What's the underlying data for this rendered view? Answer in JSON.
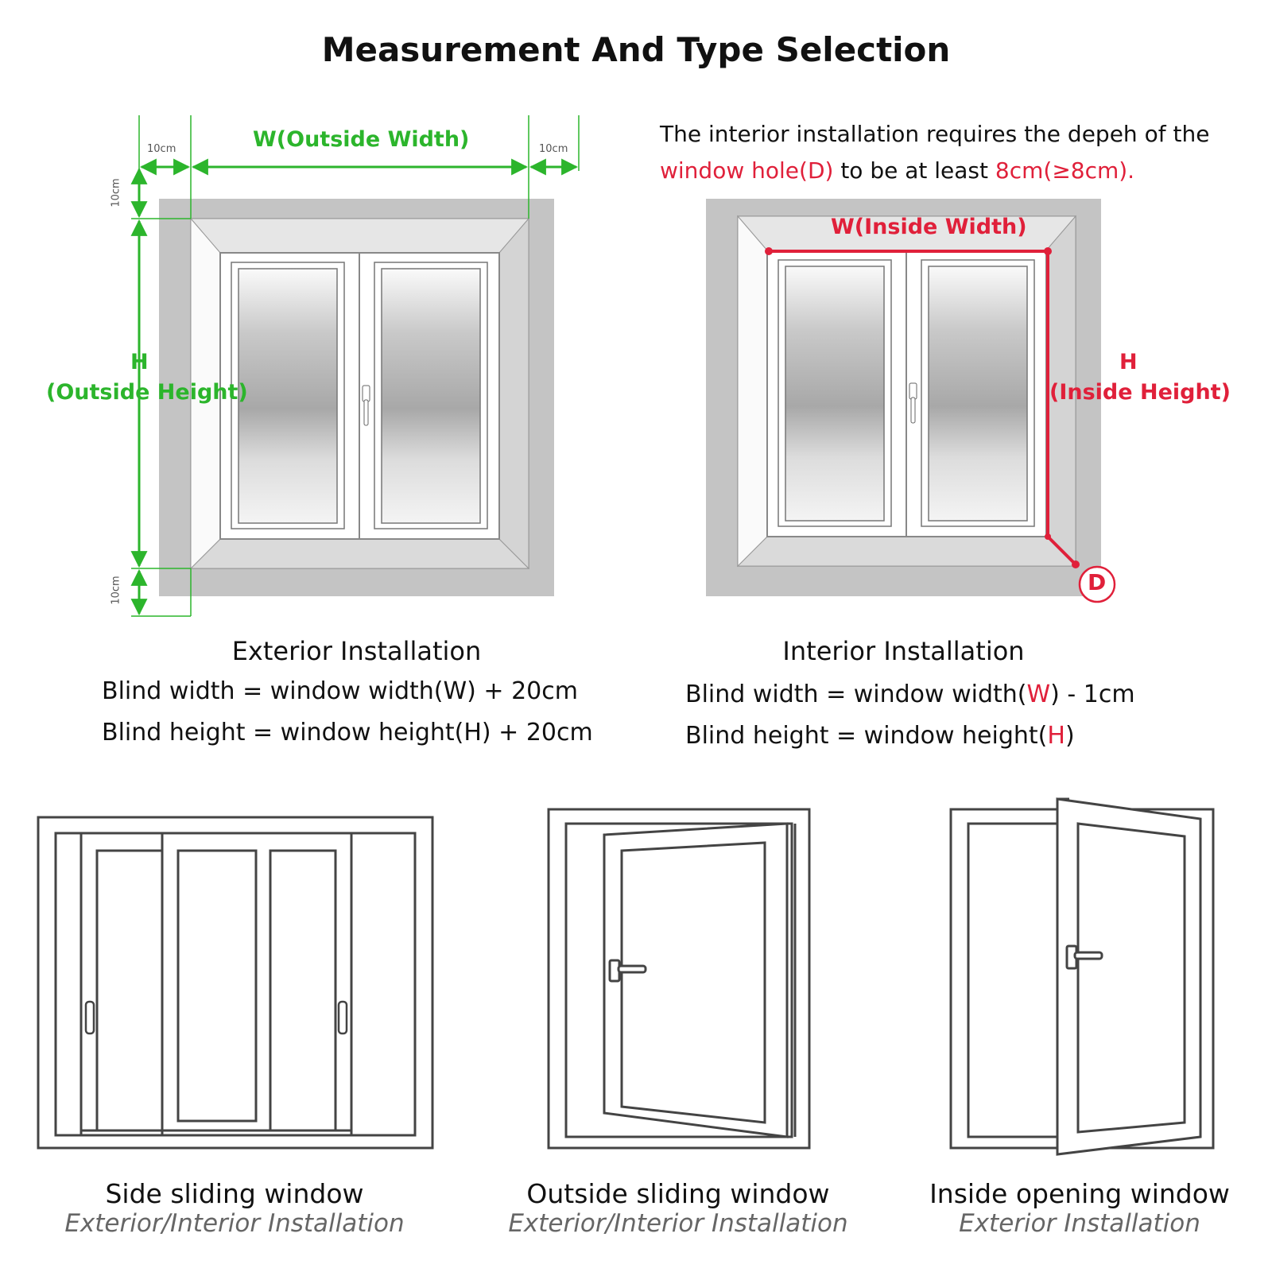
{
  "title": "Measurement And Type Selection",
  "exterior": {
    "width_label": "W(Outside Width)",
    "height_label_h": "H",
    "height_label": "(Outside Height)",
    "margin_left": "10cm",
    "margin_right": "10cm",
    "margin_top": "10cm",
    "margin_bottom": "10cm",
    "section_title": "Exterior Installation",
    "formula_width": "Blind width = window width(W) + 20cm",
    "formula_height": "Blind height = window height(H) + 20cm"
  },
  "interior": {
    "note_part1": "The interior installation requires the depeh of the ",
    "note_hole": "window hole(D)",
    "note_part2": " to be at least ",
    "note_depth": "8cm(≥8cm).",
    "width_label": "W(Inside Width)",
    "height_label_h": "H",
    "height_label": "(Inside Height)",
    "depth_marker": "D",
    "section_title": "Interior Installation",
    "fw_prefix": "Blind width = window width(",
    "fw_var": "W",
    "fw_suffix": ") - 1cm",
    "fh_prefix": "Blind height = window height(",
    "fh_var": "H",
    "fh_suffix": ")"
  },
  "types": [
    {
      "name": "Side sliding window",
      "installation": "Exterior/Interior Installation"
    },
    {
      "name": "Outside sliding window",
      "installation": "Exterior/Interior Installation"
    },
    {
      "name": "Inside opening window",
      "installation": "Exterior Installation"
    }
  ],
  "colors": {
    "exterior_accent": "#2cb52c",
    "interior_accent": "#e0203a",
    "wall": "#c4c4c4",
    "frame": "#f0f0f0"
  }
}
